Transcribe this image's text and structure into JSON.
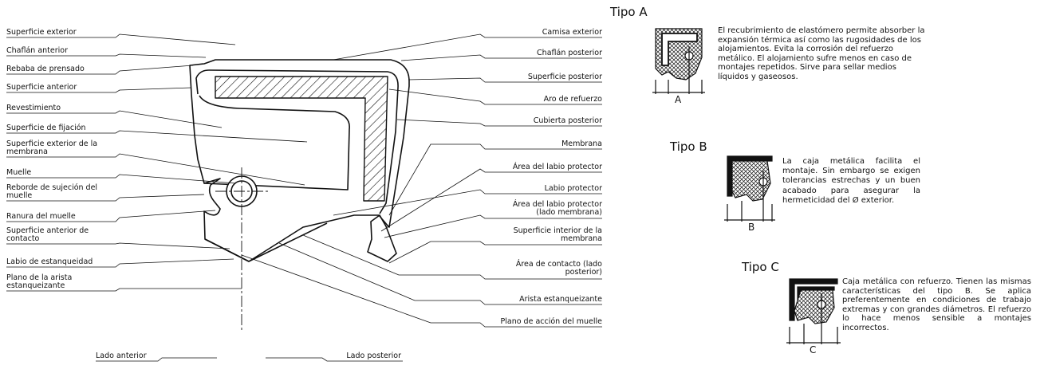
{
  "left_labels": [
    "Superficie exterior",
    "Chaflán anterior",
    "Rebaba de prensado",
    "Superficie anterior",
    "Revestimiento",
    "Superficie de fijación",
    "Superficie exterior de la membrana",
    "Muelle",
    "Reborde de sujeción del muelle",
    "Ranura del muelle",
    "Superficie anterior de contacto",
    "Labio de estanqueidad",
    "Plano de la arista estanqueizante"
  ],
  "right_labels": [
    "Camisa exterior",
    "Chaflán posterior",
    "Superficie posterior",
    "Aro de refuerzo",
    "Cubierta posterior",
    "Membrana",
    "Área del labio protector",
    "Labio protector",
    "Área del labio protector (lado membrana)",
    "Superficie interior de la membrana",
    "Área de contacto (lado posterior)",
    "Arista estanqueizante",
    "Plano de acción del muelle"
  ],
  "bottom_labels": {
    "front": "Lado anterior",
    "rear": "Lado posterior"
  },
  "types": [
    {
      "title": "Tipo A",
      "letter": "A",
      "description": "El recubrimiento de elastómero permite absorber la expansión térmica así como las rugosidades de los alojamientos. Evita la corrosión del refuerzo metálico. El alojamiento sufre menos en caso de montajes repetidos. Sirve para sellar medios líquidos y gaseosos."
    },
    {
      "title": "Tipo B",
      "letter": "B",
      "description": "La caja metálica facilita el montaje. Sin embargo se exigen tolerancias estrechas y un buen acabado para asegurar la hermeticidad del Ø exterior."
    },
    {
      "title": "Tipo C",
      "letter": "C",
      "description": "Caja metálica con refuerzo. Tienen las mismas características del tipo B. Se aplica preferentemente en condiciones de trabajo extremas y con grandes diámetros. El refuerzo lo hace menos sensible a montajes incorrectos."
    }
  ]
}
